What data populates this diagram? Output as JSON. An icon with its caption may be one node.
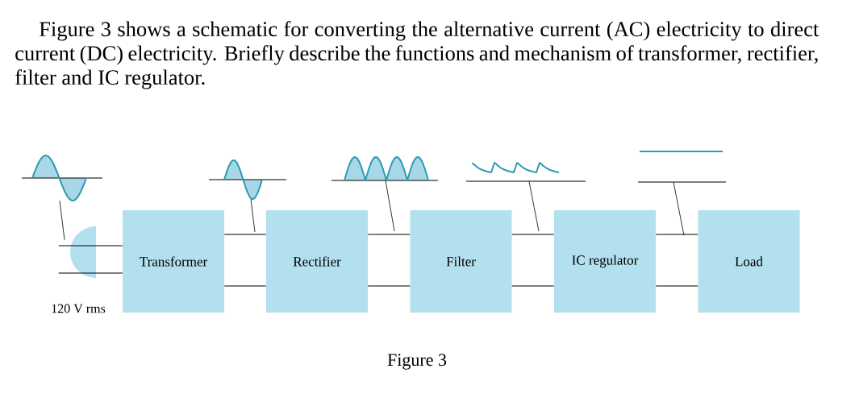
{
  "diagram": {
    "title": "Figure 3 shows a schematic for converting the alternative current (AC) electricity to direct current (DC) electricity. Briefly describe the functions and mechanism of transformer, rectifier, filter and IC regulator.",
    "caption": "Figure 3",
    "nodes": [
      {
        "text": [],
        "shape": "circle",
        "beside": [
          "120 V rms"
        ]
      },
      {
        "text": [
          "Transformer"
        ]
      },
      {
        "text": [
          "Rectifier"
        ]
      },
      {
        "text": [
          "Filter"
        ]
      },
      {
        "text": [
          "IC regulator"
        ]
      },
      {
        "text": [
          "Load"
        ]
      },
      {
        "text": [],
        "shape": "wave"
      },
      {
        "text": [],
        "shape": "wave"
      },
      {
        "text": [],
        "shape": "wave"
      },
      {
        "text": [],
        "shape": "wave"
      },
      {
        "text": [],
        "shape": "wave"
      }
    ],
    "edges": [
      {
        "from": 0,
        "to": 1,
        "arrow": "none"
      },
      {
        "from": 0,
        "to": 1,
        "arrow": "none"
      },
      {
        "from": 1,
        "to": 2,
        "arrow": "none"
      },
      {
        "from": 1,
        "to": 2,
        "arrow": "none"
      },
      {
        "from": 2,
        "to": 3,
        "arrow": "none"
      },
      {
        "from": 2,
        "to": 3,
        "arrow": "none"
      },
      {
        "from": 3,
        "to": 4,
        "arrow": "none"
      },
      {
        "from": 3,
        "to": 4,
        "arrow": "none"
      },
      {
        "from": 4,
        "to": 5,
        "arrow": "none"
      },
      {
        "from": 4,
        "to": 5,
        "arrow": "none"
      },
      {
        "from": 6,
        "to": 0,
        "arrow": "none"
      },
      {
        "from": 7,
        "to": null,
        "arrow": "none"
      },
      {
        "from": 8,
        "to": null,
        "arrow": "none"
      },
      {
        "from": 9,
        "to": null,
        "arrow": "none"
      },
      {
        "from": 10,
        "to": null,
        "arrow": "none"
      }
    ]
  }
}
